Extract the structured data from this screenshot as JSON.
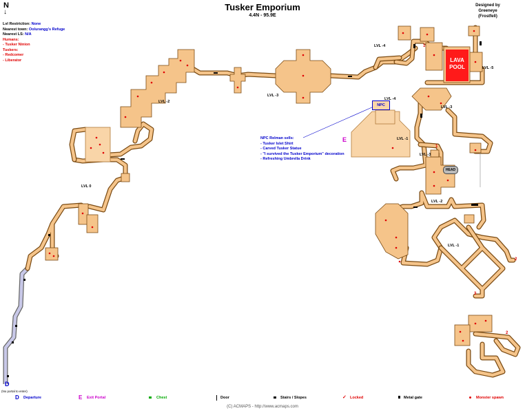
{
  "map": {
    "title": "Tusker Emporium",
    "coordinates": "4.4N - 95.9E",
    "credit": [
      "Designed by",
      "Greeneye",
      "(Frostfell)"
    ],
    "north": "N"
  },
  "info": {
    "lvl_label": "Lvl Restriction:",
    "lvl_value": "None",
    "town_label": "Nearest town:",
    "town_value": "Oolurangg's Refuge",
    "ls_label": "Nearest LS:",
    "ls_value": "N/A",
    "humans_heading": "Humans:",
    "humans": [
      "- Tusker Ninion"
    ],
    "tuskers_heading": "Tuskers:",
    "tuskers": [
      "- Redcomer",
      "- Liberator"
    ]
  },
  "npc_info": {
    "heading": "NPC Relman sells:",
    "items": [
      "- Tusker Islet Shirt",
      "- Carved Tusker Statue",
      "- \"I survived the Tusker Emporium\" decoration",
      "- Refreshing Umbrella Drink"
    ]
  },
  "labels": {
    "lvl_neg4": "LVL -4",
    "lvl_neg2": "LVL -2",
    "lvl_neg3": "LVL -3",
    "lvl_0": "LVL 0",
    "lvl_neg3b": "LVL -3",
    "lvl_neg4b": "LVL -4",
    "lvl_neg1": "LVL -1",
    "lvl_neg1b": "LVL -1",
    "lvl_neg5": "LVL -5",
    "lvl_neg2b": "LVL -2",
    "lvl_neg3c": "LVL -3",
    "lava": [
      "LAVA",
      "POOL"
    ],
    "npc": "NPC",
    "exit_e": "E",
    "head": "HEAD",
    "start_d": "D",
    "start_note": "(No portal to enter)",
    "mark1a": "1",
    "mark1b": "1",
    "mark2a": "2",
    "mark2b": "2",
    "mark3": "3"
  },
  "legend": {
    "departure_sym": "D",
    "departure": "Departure",
    "exit_sym": "E",
    "exit": "Exit Portal",
    "chest": "Chest",
    "door": "Door",
    "stairs": "Stairs / Slopes",
    "locked": "Locked",
    "metal_gate": "Metal gate",
    "monster": "Monster spawn"
  },
  "footer": "(C) ACMAPS  -  http://www.acmaps.com",
  "colors": {
    "floor": "#f5c48a",
    "floor_light": "#f9d5a8",
    "outline": "#7a4a12",
    "spawn": "#e00000",
    "lava": "#ff1a1a",
    "start_path": "#c8c8e8"
  }
}
